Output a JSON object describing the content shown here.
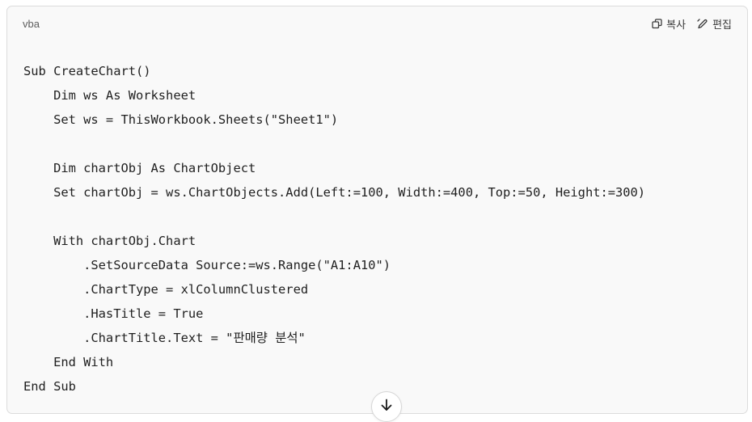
{
  "code_block": {
    "language": "vba",
    "copy_label": "복사",
    "edit_label": "편집",
    "lines": [
      "Sub CreateChart()",
      "    Dim ws As Worksheet",
      "    Set ws = ThisWorkbook.Sheets(\"Sheet1\")",
      "",
      "    Dim chartObj As ChartObject",
      "    Set chartObj = ws.ChartObjects.Add(Left:=100, Width:=400, Top:=50, Height:=300)",
      "",
      "    With chartObj.Chart",
      "        .SetSourceData Source:=ws.Range(\"A1:A10\")",
      "        .ChartType = xlColumnClustered",
      "        .HasTitle = True",
      "        .ChartTitle.Text = \"판매량 분석\"",
      "    End With",
      "End Sub"
    ]
  },
  "icons": {
    "copy": "copy-icon",
    "edit": "pencil-icon",
    "scroll": "arrow-down-icon"
  },
  "colors": {
    "card_background": "#f9f9f9",
    "border": "#dcdcdc",
    "text": "#1f1f1f"
  }
}
